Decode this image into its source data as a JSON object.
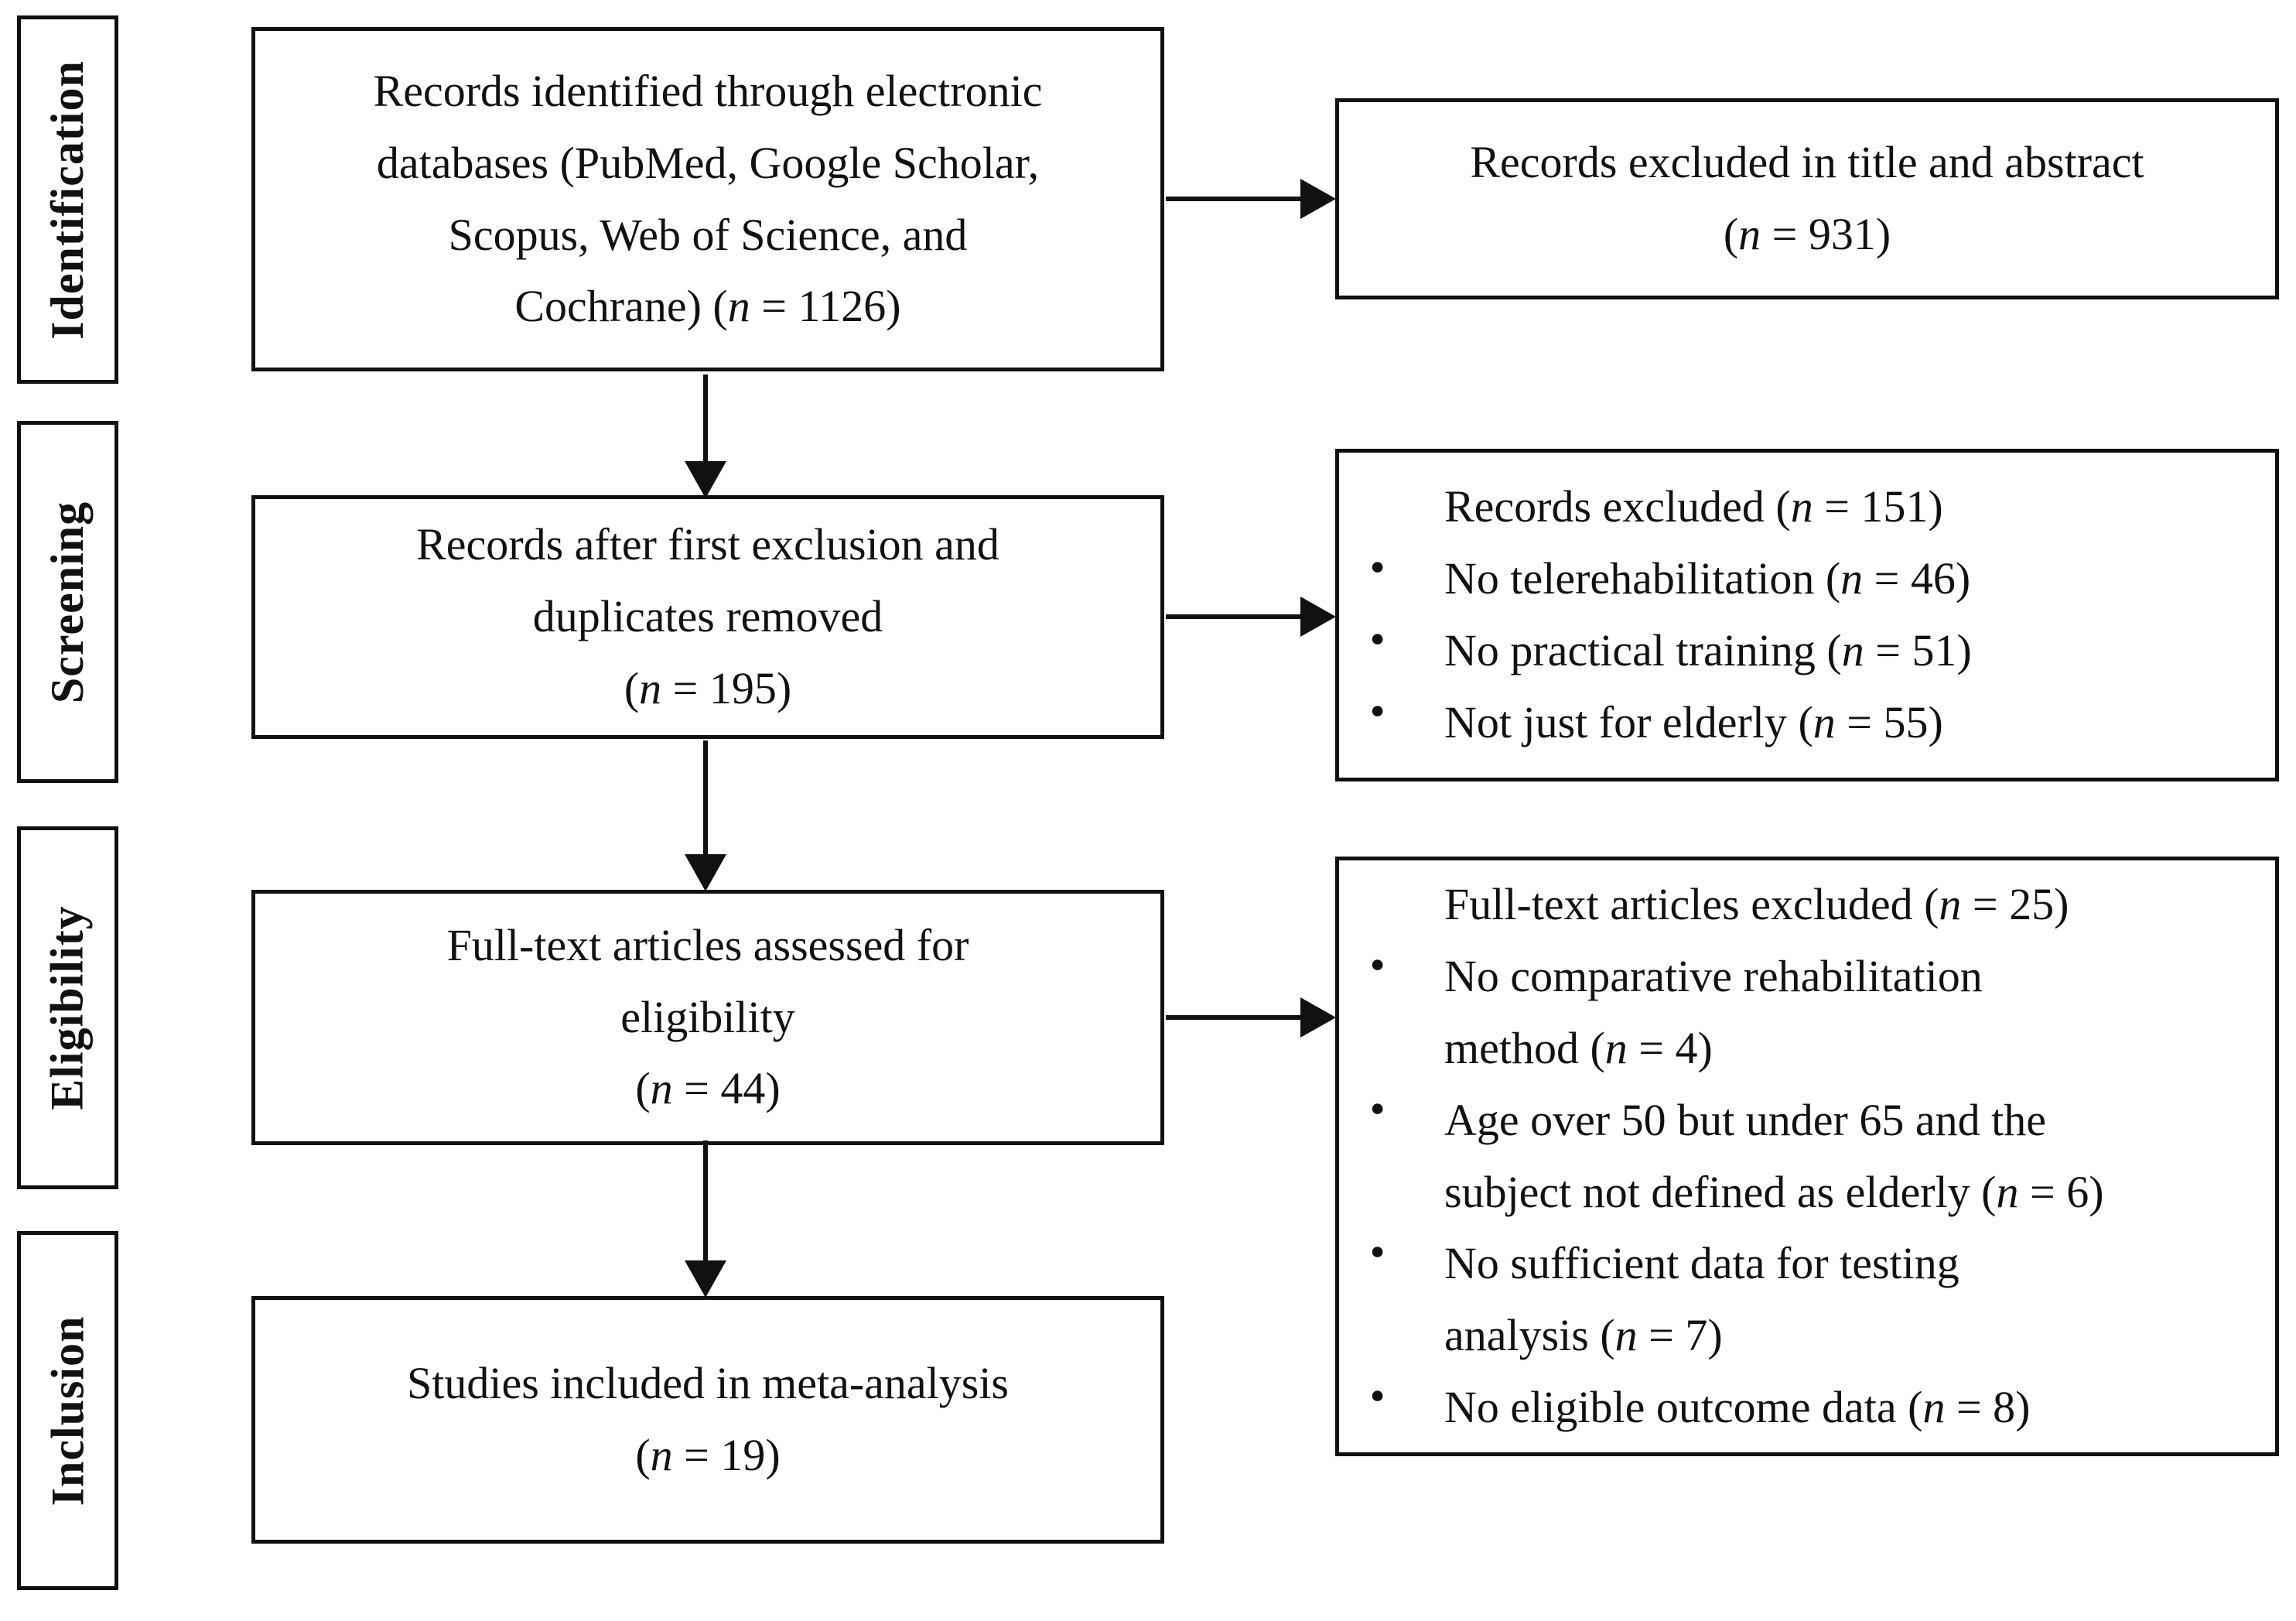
{
  "figure": {
    "type": "prisma_flow_diagram",
    "stages": [
      {
        "label": "Identification"
      },
      {
        "label": "Screening"
      },
      {
        "label": "Eligibility"
      },
      {
        "label": "Inclusion"
      }
    ],
    "process_boxes": [
      {
        "text": "Records identified through electronic\ndatabases (PubMed, Google Scholar,\nScopus, Web of Science, and\nCochrane) (n = 1126)",
        "count": 1126
      },
      {
        "text": "Records after first exclusion and\nduplicates removed\n(n = 195)",
        "count": 195
      },
      {
        "text": "Full-text articles assessed for\neligibility\n(n = 44)",
        "count": 44
      },
      {
        "text": "Studies included in meta-analysis\n(n = 19)",
        "count": 19
      }
    ],
    "exclusion_boxes": [
      {
        "title": "Records excluded in title and abstract\n(n = 931)",
        "count": 931,
        "bullets": []
      },
      {
        "title": "Records excluded (n = 151)",
        "count": 151,
        "bullets": [
          "No telerehabilitation (n = 46)",
          "No practical training (n = 51)",
          "Not just for elderly (n = 55)"
        ]
      },
      {
        "title": "Full-text articles excluded (n = 25)",
        "count": 25,
        "bullets": [
          "No comparative rehabilitation\nmethod (n = 4)",
          "Age over 50 but under 65 and the\nsubject not defined as elderly (n = 6)",
          "No sufficient data for testing\nanalysis (n = 7)",
          "No eligible outcome data (n = 8)"
        ]
      }
    ],
    "colors": {
      "line": "#111111",
      "background": "#ffffff",
      "text": "#111111"
    }
  }
}
